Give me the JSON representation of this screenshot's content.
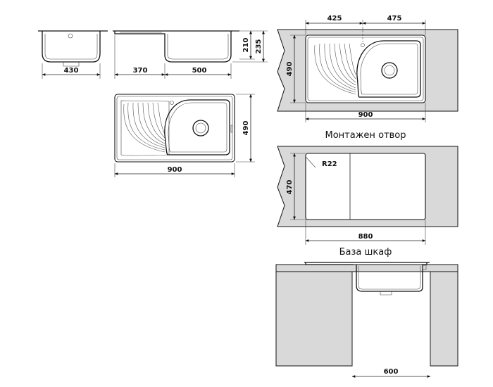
{
  "dimensions": {
    "side_width": "430",
    "front_left": "370",
    "front_right": "500",
    "bowl_depth": "210",
    "total_depth": "235",
    "top_height": "490",
    "top_width": "900",
    "cutout_left": "425",
    "cutout_right": "475",
    "cutout_height": "490",
    "cutout_width": "900",
    "radius": "R22",
    "cabinet_height": "470",
    "cabinet_width": "880",
    "base_width": "600"
  },
  "captions": {
    "cutout": "Монтажен отвор",
    "cabinet": "База шкаф"
  }
}
